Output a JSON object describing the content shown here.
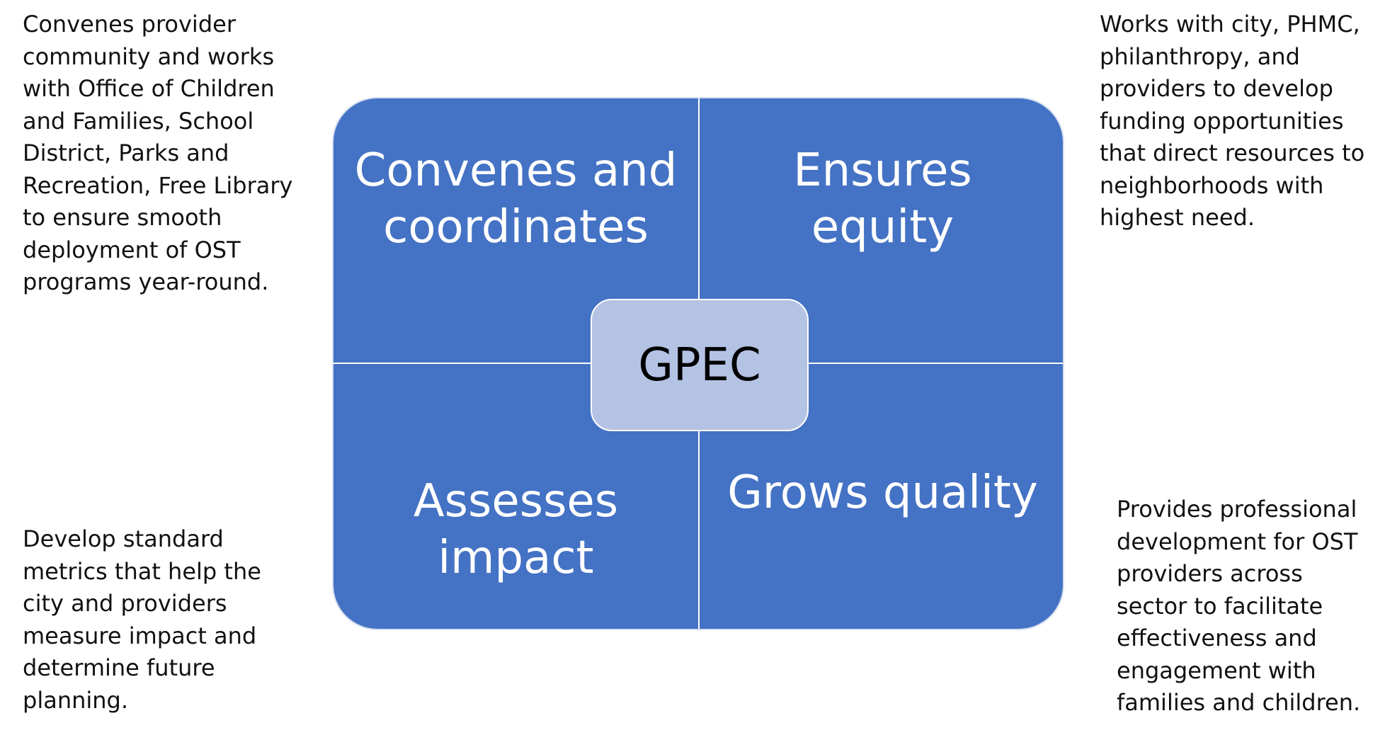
{
  "notes": {
    "top_left": "Convenes provider\ncommunity and works\nwith Office of Children\nand Families, School\nDistrict, Parks and\nRecreation, Free Library\nto ensure smooth\ndeployment of OST\nprograms year-round.",
    "top_right": "Works with city, PHMC,\nphilanthropy, and\nproviders to develop\nfunding opportunities\nthat direct resources to\nneighborhoods with\nhighest need.",
    "bottom_left": "Develop standard\nmetrics that help the\ncity and providers\nmeasure impact and\ndetermine future\nplanning.",
    "bottom_right": "Provides professional\ndevelopment for OST\nproviders across\nsector to facilitate\neffectiveness and\nengagement with\nfamilies and children."
  },
  "quadrants": {
    "top_left": "Convenes and\ncoordinates",
    "top_right": "Ensures\nequity",
    "bottom_left": "Assesses\nimpact",
    "bottom_right": "Grows quality"
  },
  "center": {
    "label": "GPEC"
  },
  "colors": {
    "quadrant_fill": "#4472c4",
    "center_fill": "#b4c3e4",
    "quadrant_text": "#ffffff",
    "center_text": "#000000"
  }
}
